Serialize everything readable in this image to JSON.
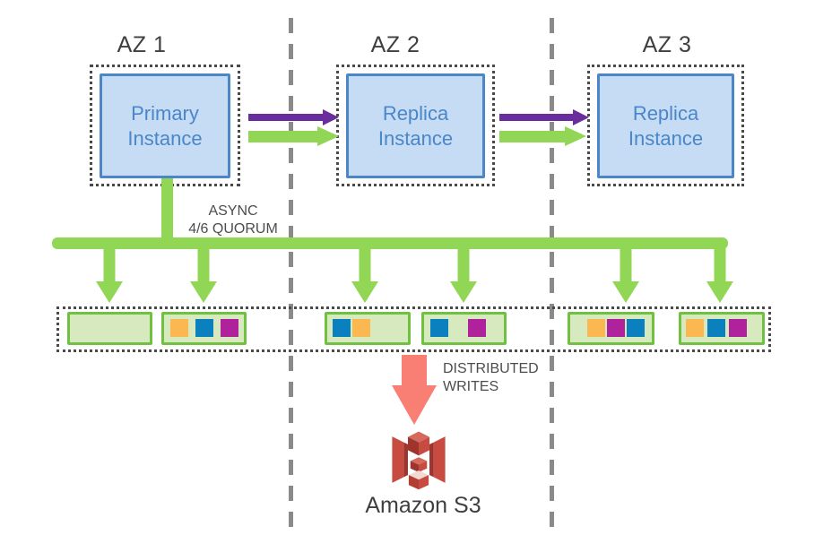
{
  "zones": [
    {
      "label": "AZ 1",
      "instance": "Primary Instance"
    },
    {
      "label": "AZ 2",
      "instance": "Replica Instance"
    },
    {
      "label": "AZ 3",
      "instance": "Replica Instance"
    }
  ],
  "annotations": {
    "quorum_line1": "ASYNC",
    "quorum_line2": "4/6 QUORUM",
    "writes_line1": "DISTRIBUTED",
    "writes_line2": "WRITES",
    "s3_label": "Amazon S3"
  },
  "storage": {
    "nodes": [
      {
        "segments": [],
        "indent": 0,
        "gap": 0
      },
      {
        "segments": [
          "orange",
          "blue",
          "magenta"
        ],
        "indent": 7,
        "gap": 8
      },
      {
        "segments": [
          "blue",
          "orange"
        ],
        "indent": 6,
        "gap": 2
      },
      {
        "segments": [
          "blue",
          "gap",
          "magenta"
        ],
        "indent": 7,
        "gap": 1
      },
      {
        "segments": [
          "orange",
          "magenta",
          "blue"
        ],
        "indent": 19,
        "gap": 2
      },
      {
        "segments": [
          "orange",
          "blue",
          "magenta"
        ],
        "indent": 5,
        "gap": 4
      }
    ]
  },
  "colors": {
    "purple": "#6A2D9E",
    "green": "#92D655",
    "red": "#F97E74",
    "inst-fill": "#C6DCF4",
    "inst-border": "#4A86C8",
    "inst-text": "#4A86C8",
    "node-fill": "#D7EABF",
    "node-border": "#70C041",
    "seg-orange": "#FBB850",
    "seg-blue": "#0A80BE",
    "seg-magenta": "#B0229C",
    "label-dark": "#3F3F3F",
    "label-gray": "#4D4D4D",
    "divider": "#8A8A8A",
    "dotted": "#4A4A4A",
    "s3-main": "#C74B41",
    "s3-dark": "#9E352C",
    "s3-light": "#D4695E",
    "s3-pale": "#F2D9D3",
    "s3-shadow": "#B23D33"
  }
}
